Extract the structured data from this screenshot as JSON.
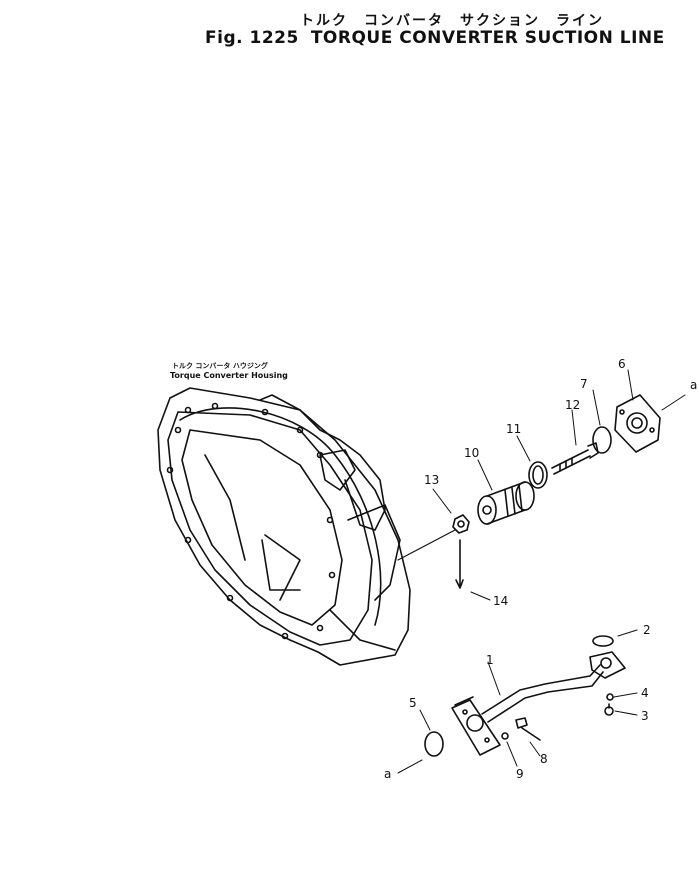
{
  "title": {
    "japanese": "トルク　コンバータ　サクション　ライン",
    "figure_number": "Fig. 1225",
    "english": "TORQUE CONVERTER SUCTION LINE"
  },
  "housing_label": {
    "japanese": "トルク コンバータ ハウジング",
    "english": "Torque Converter Housing"
  },
  "callouts": [
    "1",
    "2",
    "3",
    "4",
    "5",
    "6",
    "7",
    "8",
    "9",
    "10",
    "11",
    "12",
    "13",
    "14"
  ],
  "connection_marks": [
    "a",
    "a"
  ]
}
